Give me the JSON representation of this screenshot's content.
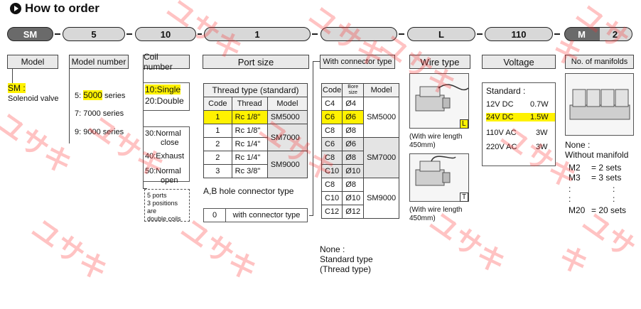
{
  "title": "How to order",
  "codes": {
    "model": "SM",
    "model_number": "5",
    "coil_number": "10",
    "port_size": "1",
    "connector": "",
    "wire": "L",
    "voltage": "110",
    "manifold_prefix": "M",
    "manifold_count": "2"
  },
  "headers": {
    "model": "Model",
    "model_number": "Model number",
    "coil_number": "Coil number",
    "port_size": "Port size",
    "connector": "With connector type",
    "wire": "Wire type",
    "voltage": "Voltage",
    "manifold": "No. of manifolds"
  },
  "model": {
    "code": "SM :",
    "desc": "Solenoid valve"
  },
  "model_number": {
    "options": [
      "5: 5000 series",
      "7: 7000 series",
      "9: 9000 series"
    ]
  },
  "coil": {
    "opt_single": "10:Single",
    "opt_double": "20:Double",
    "opt30": "30:Normal",
    "opt30b": "close",
    "opt40": "40:Exhaust",
    "opt50": "50:Normal",
    "opt50b": "open",
    "note": [
      "5 ports",
      "3 positions are",
      "double coils"
    ]
  },
  "port": {
    "table_title": "Thread type (standard)",
    "columns": [
      "Code",
      "Thread",
      "Model"
    ],
    "rows": [
      {
        "code": "1",
        "thread": "Rc 1/8\"",
        "model": "SM5000"
      },
      {
        "code": "1",
        "thread": "Rc 1/8\"",
        "model": "SM7000"
      },
      {
        "code": "2",
        "thread": "Rc 1/4\"",
        "model": ""
      },
      {
        "code": "2",
        "thread": "Rc 1/4\"",
        "model": "SM9000"
      },
      {
        "code": "3",
        "thread": "Rc 3/8\"",
        "model": ""
      }
    ],
    "ab_label": "A,B hole connector type",
    "ab_code": "0",
    "ab_desc": "with connector type"
  },
  "connector": {
    "columns": [
      "Code",
      "Bore size",
      "Model"
    ],
    "rows": [
      {
        "code": "C4",
        "bore": "Ø4"
      },
      {
        "code": "C6",
        "bore": "Ø6"
      },
      {
        "code": "C8",
        "bore": "Ø8"
      },
      {
        "code": "C6",
        "bore": "Ø6"
      },
      {
        "code": "C8",
        "bore": "Ø8"
      },
      {
        "code": "C10",
        "bore": "Ø10"
      },
      {
        "code": "C8",
        "bore": "Ø8"
      },
      {
        "code": "C10",
        "bore": "Ø10"
      },
      {
        "code": "C12",
        "bore": "Ø12"
      }
    ],
    "models": [
      "SM5000",
      "SM7000",
      "SM9000"
    ],
    "none": [
      "None :",
      "Standard type",
      "(Thread type)"
    ]
  },
  "wire": {
    "badge_l": "L",
    "badge_t": "T",
    "caption_l": [
      "(With wire length",
      "450mm)"
    ],
    "caption_t": [
      "(With wire length",
      "450mm)"
    ]
  },
  "voltage": {
    "label": "Standard :",
    "rows": [
      {
        "v": "12V DC",
        "w": "0.7W"
      },
      {
        "v": "24V DC",
        "w": "1.5W"
      },
      {
        "v": "110V AC",
        "w": "3W"
      },
      {
        "v": "220V AC",
        "w": "3W"
      }
    ]
  },
  "manifold": {
    "none": "None :",
    "none_desc": "Without manifold",
    "lines": [
      {
        "code": "M2",
        "eq": "= 2 sets"
      },
      {
        "code": "M3",
        "eq": "= 3 sets"
      },
      {
        "code": "M20",
        "eq": "= 20 sets"
      }
    ],
    "dots": ":"
  },
  "watermark": "ユサキ",
  "colors": {
    "highlight": "#fff200",
    "pill_dark": "#6a6a6a",
    "pill_light": "#d8d8d8",
    "watermark": "#ff2a2a"
  }
}
